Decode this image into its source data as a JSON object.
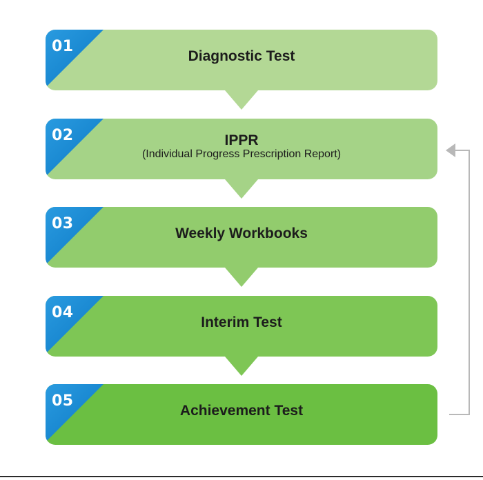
{
  "steps": [
    {
      "number": "01",
      "title": "Diagnostic Test",
      "subtitle": "",
      "color": "#b3d895"
    },
    {
      "number": "02",
      "title": "IPPR",
      "subtitle": "(Individual Progress Prescription Report)",
      "color": "#a5d387"
    },
    {
      "number": "03",
      "title": "Weekly Workbooks",
      "subtitle": "",
      "color": "#92cc6d"
    },
    {
      "number": "04",
      "title": "Interim Test",
      "subtitle": "",
      "color": "#7ec655"
    },
    {
      "number": "05",
      "title": "Achievement Test",
      "subtitle": "",
      "color": "#6bbf42"
    }
  ],
  "colors": {
    "badge": "#0b78c4",
    "loop_arrow": "#b8b8b8"
  }
}
